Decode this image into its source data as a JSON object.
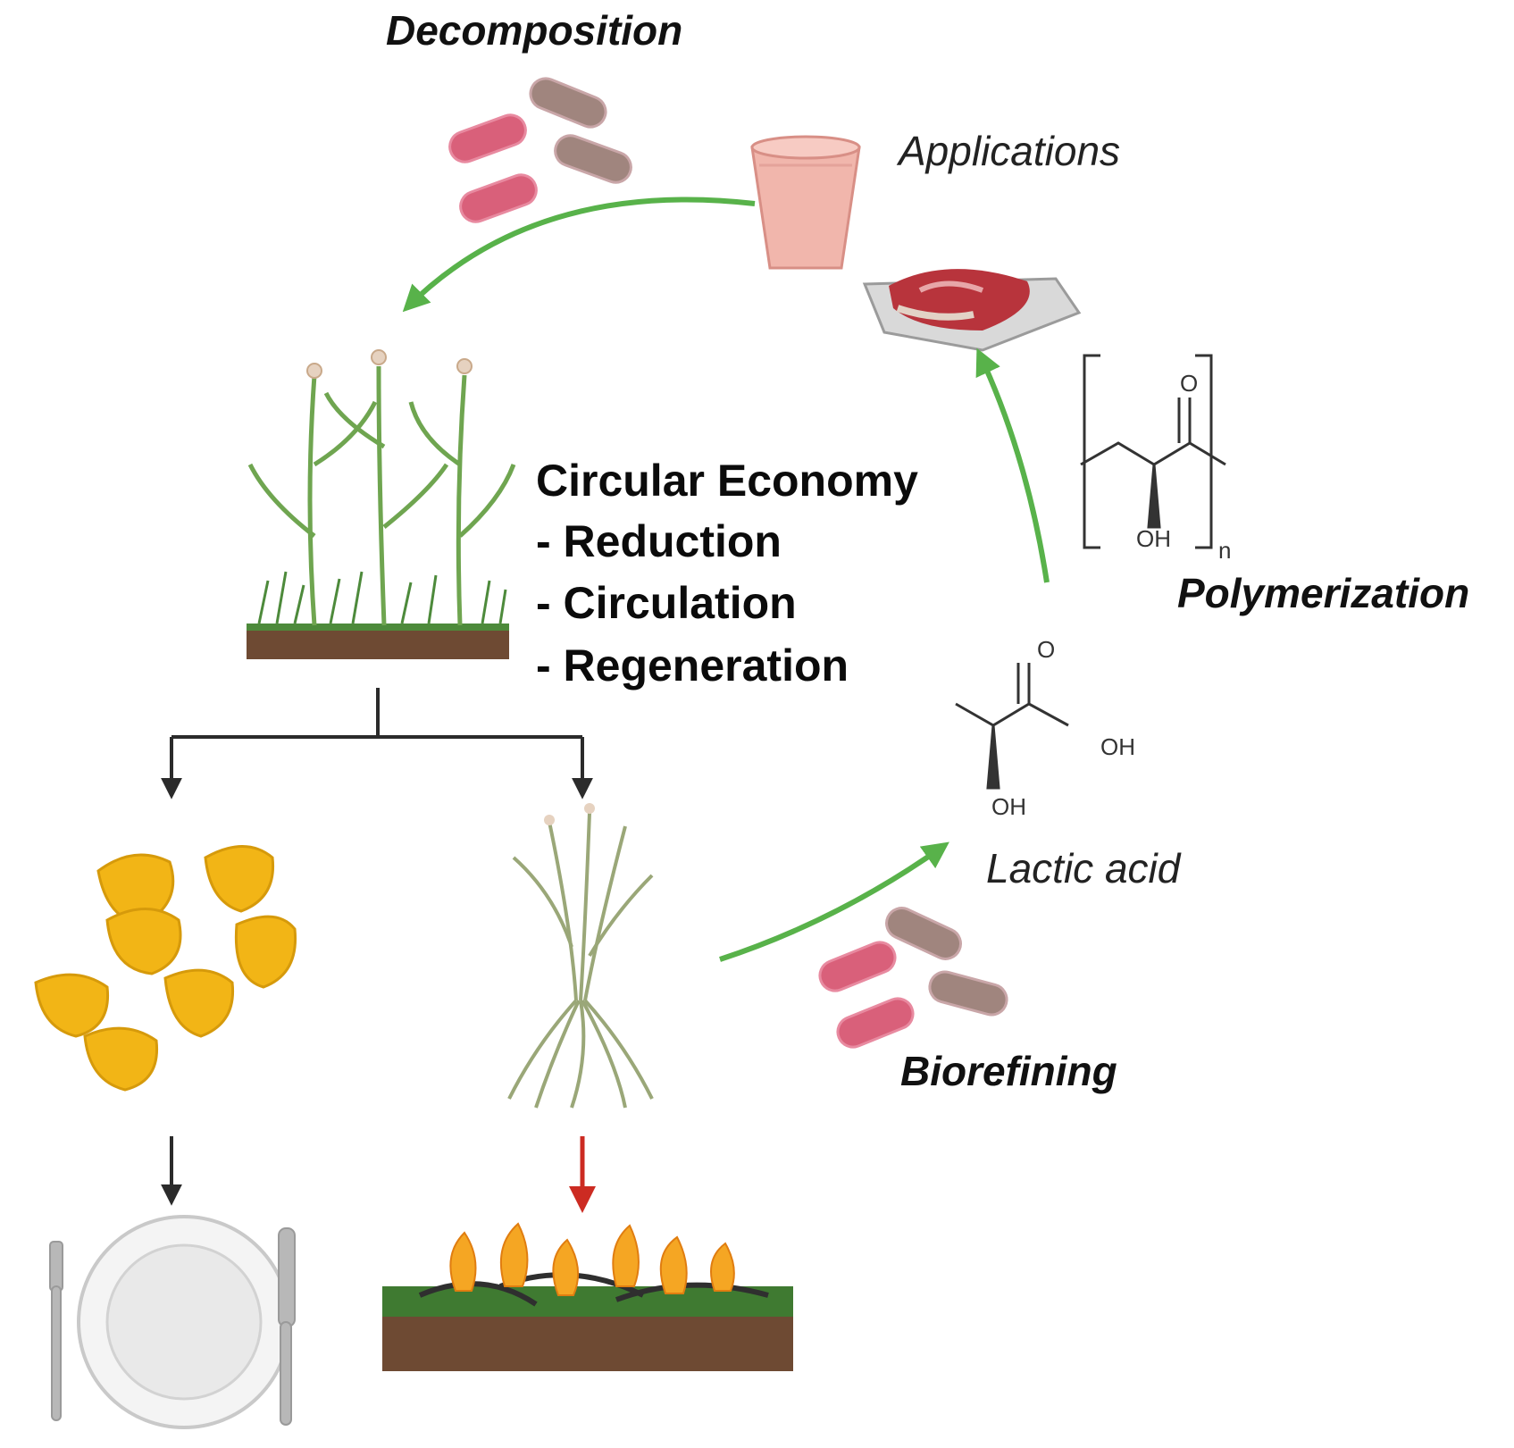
{
  "labels": {
    "decomposition": "Decomposition",
    "applications": "Applications",
    "polymerization": "Polymerization",
    "lactic_acid": "Lactic acid",
    "biorefining": "Biorefining"
  },
  "center": {
    "title": "Circular Economy",
    "items": [
      "- Reduction",
      "- Circulation",
      "- Regeneration"
    ]
  },
  "chemistry": {
    "oxygen": "O",
    "hydroxyl": "OH",
    "repeat_subscript": "n"
  },
  "colors": {
    "cycle_arrow": "#58b24a",
    "flow_arrow": "#2b2b2b",
    "burn_arrow": "#cc2b22",
    "soil": "#6e4a33",
    "bacteria_pink": "#d9607a",
    "bacteria_brown": "#a0857e",
    "kernel": "#f2b516"
  },
  "icons": [
    "bacteria-icon",
    "cup-icon",
    "meat-tray-icon",
    "corn-plants-icon",
    "corn-kernels-icon",
    "corn-stover-icon",
    "plate-cutlery-icon",
    "burning-field-icon"
  ]
}
